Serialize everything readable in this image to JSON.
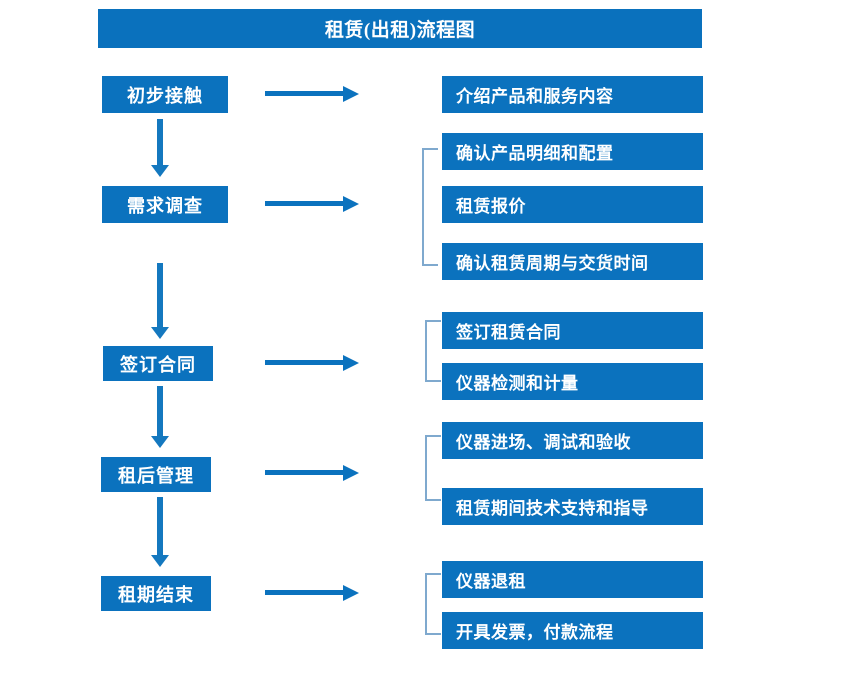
{
  "chart": {
    "title": "租赁(出租)流程图",
    "type": "flowchart",
    "accent_color": "#0B72BE",
    "title_bar_color": "#0A71BD",
    "bracket_color": "#7FA9CE",
    "arrow_color": "#0B72BE",
    "text_color": "#FFFFFF",
    "background_color": "#FFFFFF"
  },
  "stages": [
    {
      "label": "初步接触"
    },
    {
      "label": "需求调查"
    },
    {
      "label": "签订合同"
    },
    {
      "label": "租后管理"
    },
    {
      "label": "租期结束"
    }
  ],
  "details": [
    {
      "label": "介绍产品和服务内容"
    },
    {
      "label": "确认产品明细和配置"
    },
    {
      "label": "租赁报价"
    },
    {
      "label": "确认租赁周期与交货时间"
    },
    {
      "label": "签订租赁合同"
    },
    {
      "label": "仪器检测和计量"
    },
    {
      "label": "仪器进场、调试和验收"
    },
    {
      "label": "租赁期间技术支持和指导"
    },
    {
      "label": "仪器退租"
    },
    {
      "label": "开具发票，付款流程"
    }
  ],
  "groups": [
    {
      "stage": "需求调查",
      "details": [
        "确认产品明细和配置",
        "租赁报价",
        "确认租赁周期与交货时间"
      ]
    },
    {
      "stage": "签订合同",
      "details": [
        "签订租赁合同",
        "仪器检测和计量"
      ]
    },
    {
      "stage": "租后管理",
      "details": [
        "仪器进场、调试和验收",
        "租赁期间技术支持和指导"
      ]
    },
    {
      "stage": "租期结束",
      "details": [
        "仪器退租",
        "开具发票，付款流程"
      ]
    }
  ],
  "flow_sequence": [
    "初步接触",
    "需求调查",
    "签订合同",
    "租后管理",
    "租期结束"
  ]
}
